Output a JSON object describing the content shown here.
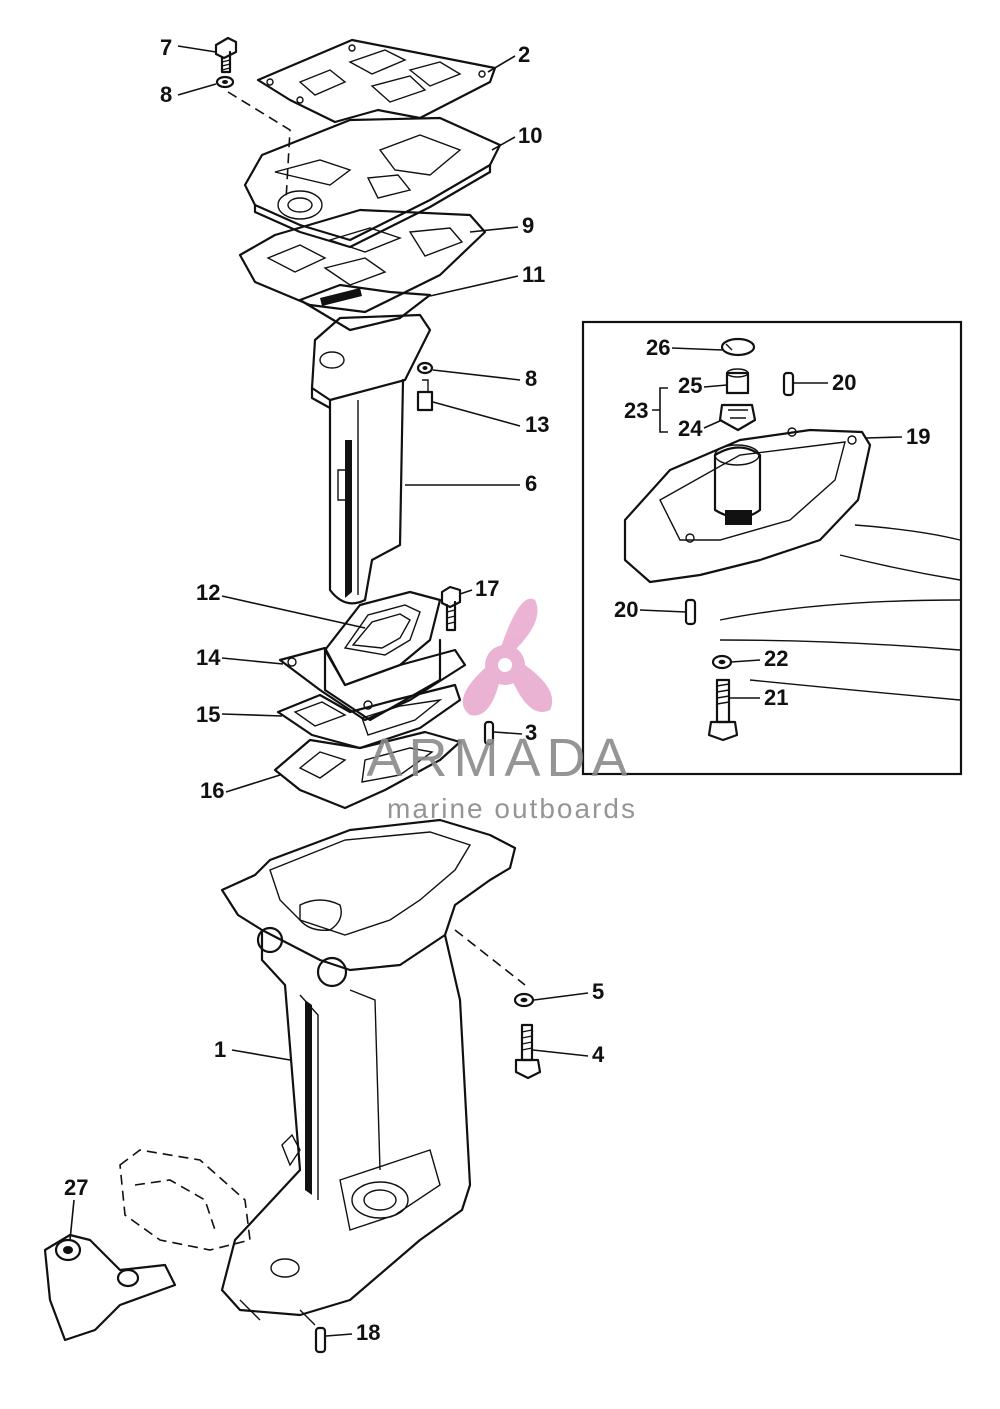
{
  "diagram": {
    "callouts": [
      {
        "id": "c7",
        "label": "7"
      },
      {
        "id": "c2",
        "label": "2"
      },
      {
        "id": "c8a",
        "label": "8"
      },
      {
        "id": "c10",
        "label": "10"
      },
      {
        "id": "c9",
        "label": "9"
      },
      {
        "id": "c11",
        "label": "11"
      },
      {
        "id": "c8b",
        "label": "8"
      },
      {
        "id": "c13",
        "label": "13"
      },
      {
        "id": "c6",
        "label": "6"
      },
      {
        "id": "c17",
        "label": "17"
      },
      {
        "id": "c12",
        "label": "12"
      },
      {
        "id": "c14",
        "label": "14"
      },
      {
        "id": "c15",
        "label": "15"
      },
      {
        "id": "c3",
        "label": "3"
      },
      {
        "id": "c16",
        "label": "16"
      },
      {
        "id": "c5",
        "label": "5"
      },
      {
        "id": "c4",
        "label": "4"
      },
      {
        "id": "c1",
        "label": "1"
      },
      {
        "id": "c27",
        "label": "27"
      },
      {
        "id": "c18",
        "label": "18"
      },
      {
        "id": "c26",
        "label": "26"
      },
      {
        "id": "c25",
        "label": "25"
      },
      {
        "id": "c23",
        "label": "23"
      },
      {
        "id": "c24",
        "label": "24"
      },
      {
        "id": "c20a",
        "label": "20"
      },
      {
        "id": "c19",
        "label": "19"
      },
      {
        "id": "c20b",
        "label": "20"
      },
      {
        "id": "c22",
        "label": "22"
      },
      {
        "id": "c21",
        "label": "21"
      }
    ]
  },
  "watermark": {
    "brand": "ARMADA",
    "tagline": "marine outboards",
    "logo_color": "#e8a6cc"
  }
}
